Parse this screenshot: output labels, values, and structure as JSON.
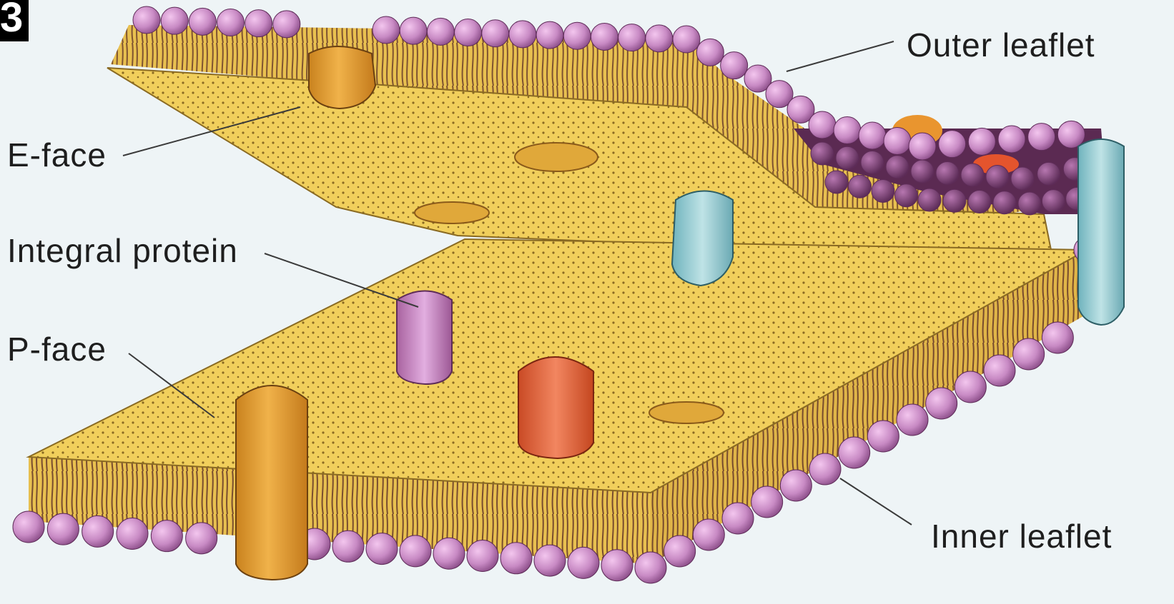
{
  "panel_label": "3",
  "labels": {
    "outer_leaflet": "Outer leaflet",
    "e_face": "E-face",
    "integral_protein": "Integral protein",
    "p_face": "P-face",
    "inner_leaflet": "Inner leaflet"
  },
  "colors": {
    "background": "#eef4f6",
    "lipid_face": "#f1cf5c",
    "lipid_edge": "#d9ac3a",
    "lipid_head": "#c88ac4",
    "lipid_tail": "#6b3f2a",
    "protein_orange": "#e6a238",
    "protein_blue": "#8fc9d0",
    "protein_pink": "#c787c4",
    "protein_red": "#e3653c"
  }
}
